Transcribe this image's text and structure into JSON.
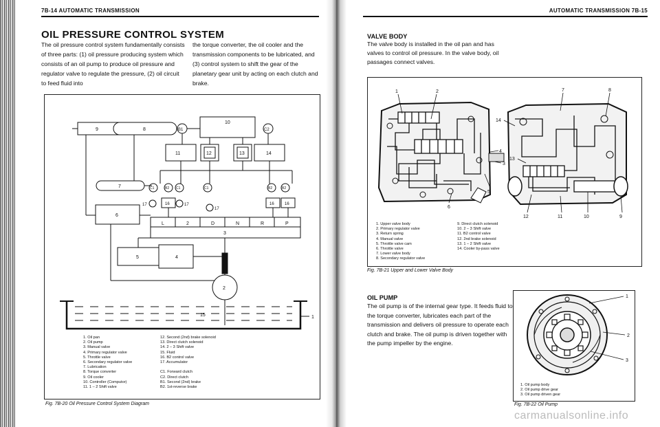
{
  "left_page": {
    "header": "7B-14 AUTOMATIC TRANSMISSION",
    "title": "OIL PRESSURE CONTROL SYSTEM",
    "intro_col1": "The oil pressure control system fundamentally consists of three parts: (1) oil pressure producing system which consists of an oil pump to produce oil pressure and regulator valve to regulate the pressure, (2) oil circuit to feed fluid into",
    "intro_col2": "the torque converter, the oil cooler and the transmission components to be lubricated, and (3) control system to shift the gear of the planetary gear unit by acting on each clutch and brake.",
    "diagram_labels": {
      "n1": "1",
      "n2": "2",
      "n3": "3",
      "n4": "4",
      "n5": "5",
      "n6": "6",
      "n7": "7",
      "n8": "8",
      "n9": "9",
      "n10": "10",
      "n11": "11",
      "n12": "12",
      "n13": "13",
      "n14": "14",
      "n15": "15",
      "n16": "16",
      "n17": "17",
      "b1": "B1",
      "b2": "B2",
      "c1": "C1",
      "c2": "C2",
      "gears": [
        "L",
        "2",
        "D",
        "N",
        "R",
        "P"
      ]
    },
    "legend_left": [
      "1.  Oil pan",
      "2.  Oil pump",
      "3.  Manual valve",
      "4.  Primary regulator valve",
      "5.  Throttle valve",
      "6.  Secondary regulator valve",
      "7.  Lubrication",
      "8.  Torque converter",
      "9.  Oil cooler",
      "10.  Controller (Computor)",
      "11.  1 – 2 Shift valve"
    ],
    "legend_right": [
      "12.  Second (2nd) brake solenoid",
      "13.  Direct clutch solenoid",
      "14.  2 – 3 Shift valve",
      "15.  Fluid",
      "16.  B2 control valve",
      "17.  Accumulator",
      "",
      "C1.  Forward clutch",
      "C2.  Direct clutch",
      "B1.  Second (2nd) brake",
      "B2.  1st-reverse brake"
    ],
    "caption": "Fig. 7B-20 Oil Pressure Control System Diagram"
  },
  "right_page": {
    "header": "AUTOMATIC TRANSMISSION 7B-15",
    "valve_title": "VALVE BODY",
    "valve_text": "The valve body is installed in the oil pan and has valves to control oil pressure. In the valve body, oil passages connect valves.",
    "valve_callouts": {
      "c1": "1",
      "c2": "2",
      "c3": "3",
      "c4": "4",
      "c5": "5",
      "c6": "6",
      "c7": "7",
      "c8": "8",
      "c9": "9",
      "c10": "10",
      "c11": "11",
      "c12": "12",
      "c13": "13",
      "c14": "14"
    },
    "valve_legend_left": [
      "1.  Upper valve body",
      "2.  Primary regulator valve",
      "3.  Return spring",
      "4.  Manual valve",
      "5.  Throttle valve cam",
      "6.  Throttle valve",
      "7.  Lower valve body",
      "8.  Secondary regulator valve"
    ],
    "valve_legend_right": [
      "9.  Direct clutch solenoid",
      "10.  2 – 3 Shift valve",
      "11.  B2 control valve",
      "12.  2nd brake solenoid",
      "13.  1 – 2 Shift valve",
      "14.  Cooler by-pass valve"
    ],
    "valve_caption": "Fig. 7B-21 Upper and Lower Valve Body",
    "pump_title": "OIL PUMP",
    "pump_text": "The oil pump is of the internal gear type. It feeds fluid to the torque converter, lubricates each part of the transmission and delivers oil pressure to operate each clutch and brake. The oil pump is driven together with the pump impeller by the engine.",
    "pump_callouts": {
      "p1": "1",
      "p2": "2",
      "p3": "3"
    },
    "pump_legend": [
      "1.  Oil pump body",
      "2.  Oil pump drive gear",
      "3.  Oil pump driven gear"
    ],
    "pump_caption": "Fig. 7B-22 Oil Pump"
  },
  "watermark": "carmanualsonline.info"
}
